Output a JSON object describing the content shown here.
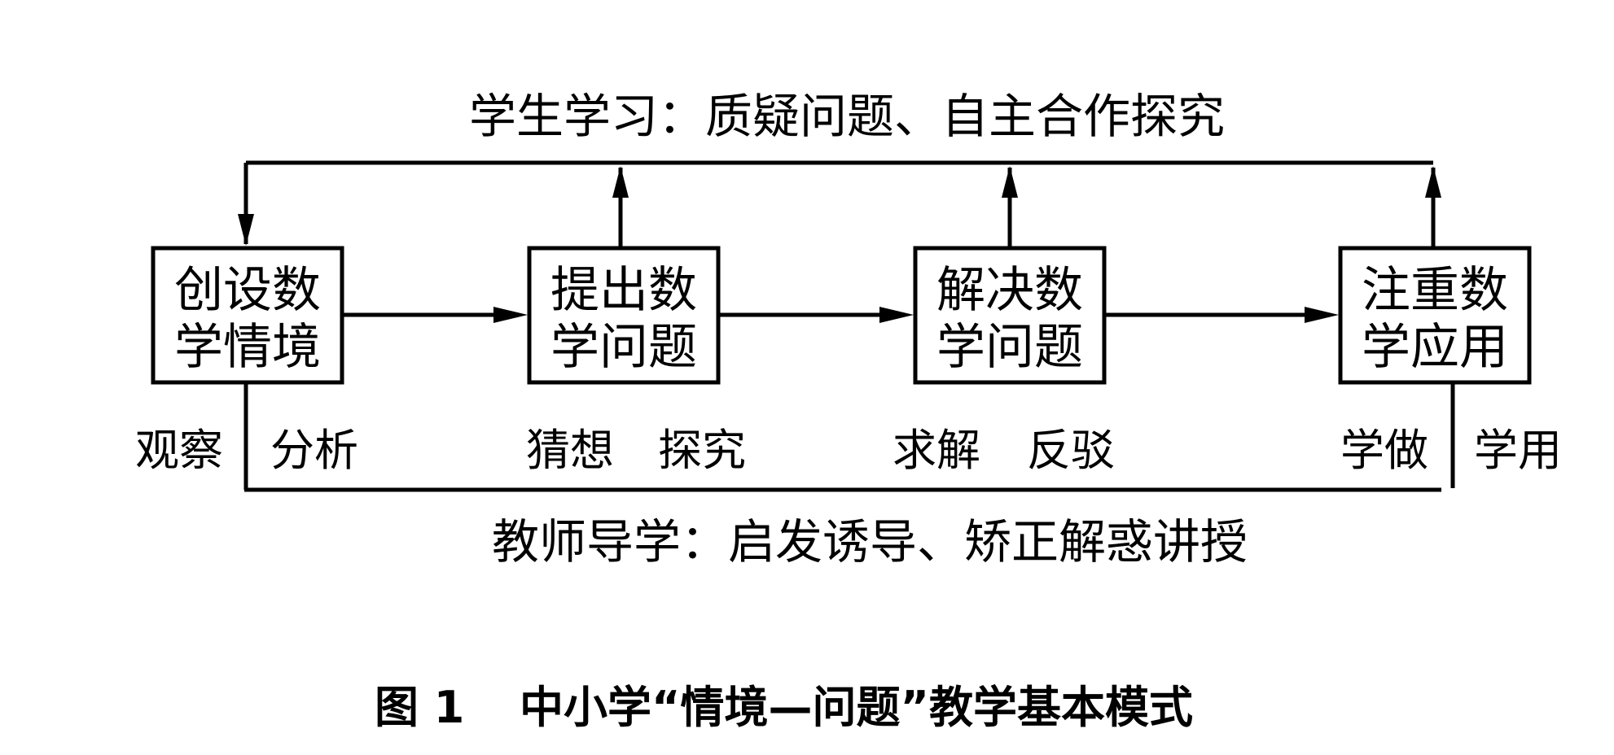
{
  "top_label": "学生学习：质疑问题、自主合作探究",
  "bottom_label": "教师导学：启发诱导、矫正解惑讲授",
  "boxes": [
    {
      "line1": "创设数",
      "line2": "学情境"
    },
    {
      "line1": "提出数",
      "line2": "学问题"
    },
    {
      "line1": "解决数",
      "line2": "学问题"
    },
    {
      "line1": "注重数",
      "line2": "学应用"
    }
  ],
  "sub_labels": [
    "观察",
    "分析",
    "猜想",
    "探究",
    "求解",
    "反驳",
    "学做",
    "学用"
  ],
  "caption": {
    "figure_no": "图 1",
    "title": "中小学“情境—问题”教学基本模式"
  }
}
